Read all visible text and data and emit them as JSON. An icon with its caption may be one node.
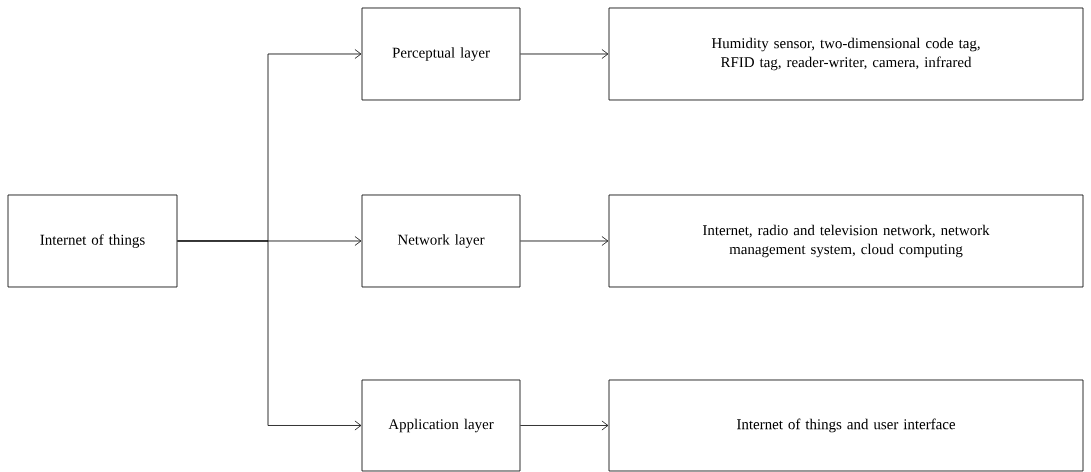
{
  "diagram": {
    "nodes": [
      {
        "text": [
          "Internet of things"
        ]
      },
      {
        "text": [
          "Perceptual layer"
        ]
      },
      {
        "text": [
          "Network layer"
        ]
      },
      {
        "text": [
          "Application layer"
        ]
      },
      {
        "text": [
          "Humidity sensor, two-dimensional code tag, RFID tag, reader-writer, camera, infrared"
        ]
      },
      {
        "text": [
          "Internet, radio and television network, network management system, cloud computing"
        ]
      },
      {
        "text": [
          "Internet of things and user interface"
        ]
      }
    ],
    "edges": [
      {
        "from": 0,
        "to": 1,
        "arrow": "to"
      },
      {
        "from": 0,
        "to": 2,
        "arrow": "to"
      },
      {
        "from": 0,
        "to": 3,
        "arrow": "to"
      },
      {
        "from": 1,
        "to": 4,
        "arrow": "to"
      },
      {
        "from": 2,
        "to": 5,
        "arrow": "to"
      },
      {
        "from": 3,
        "to": 6,
        "arrow": "to"
      }
    ]
  }
}
